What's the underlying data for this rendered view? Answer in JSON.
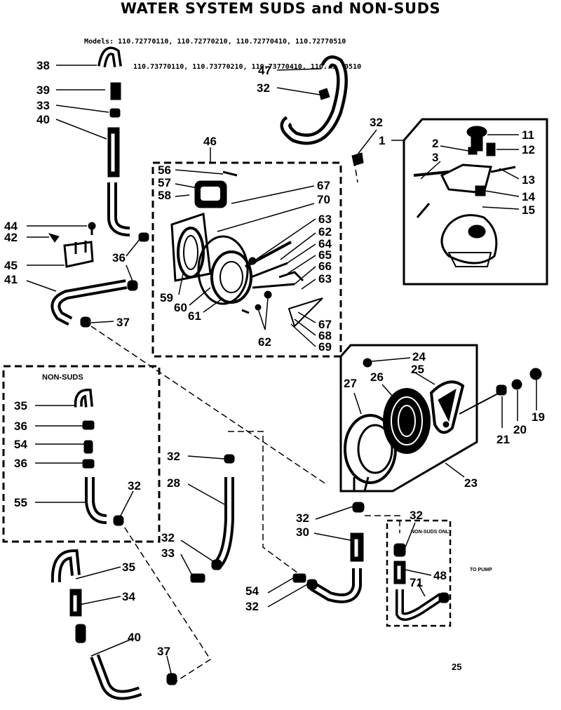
{
  "title": "WATER SYSTEM SUDS and NON-SUDS",
  "models": {
    "line1": "Models: 110.72770110, 110.72770210, 110.72770410, 110.72770510",
    "line2": "110.73770110, 110.73770210, 110.73770410, 110.73770510"
  },
  "boxes": {
    "non_suds": "NON-SUDS",
    "non_suds_only": "NON-SUDS ONLY",
    "to_pump": "TO PUMP"
  },
  "page_number": "25",
  "callouts": {
    "c38": "38",
    "c39": "39",
    "c33a": "33",
    "c40a": "40",
    "c44": "44",
    "c42": "42",
    "c45": "45",
    "c41": "41",
    "c36a": "36",
    "c37a": "37",
    "c47": "47",
    "c32a": "32",
    "c32b": "32",
    "c46": "46",
    "c56": "56",
    "c57": "57",
    "c58": "58",
    "c67a": "67",
    "c70": "70",
    "c63a": "63",
    "c62a": "62",
    "c64": "64",
    "c65": "65",
    "c66": "66",
    "c63b": "63",
    "c59": "59",
    "c60": "60",
    "c61": "61",
    "c62b": "62",
    "c67b": "67",
    "c68": "68",
    "c69": "69",
    "c1": "1",
    "c2": "2",
    "c3": "3",
    "c11": "11",
    "c12": "12",
    "c13": "13",
    "c14": "14",
    "c15": "15",
    "c24": "24",
    "c25": "25",
    "c26": "26",
    "c27": "27",
    "c23": "23",
    "c21": "21",
    "c20": "20",
    "c19": "19",
    "c35a": "35",
    "c36b": "36",
    "c54a": "54",
    "c36c": "36",
    "c55": "55",
    "c32c": "32",
    "c32d": "32",
    "c28": "28",
    "c32e": "32",
    "c33b": "33",
    "c35b": "35",
    "c34": "34",
    "c40b": "40",
    "c37b": "37",
    "c54b": "54",
    "c32f": "32",
    "c32g": "32",
    "c30": "30",
    "c32h": "32",
    "c48": "48",
    "c71": "71"
  }
}
